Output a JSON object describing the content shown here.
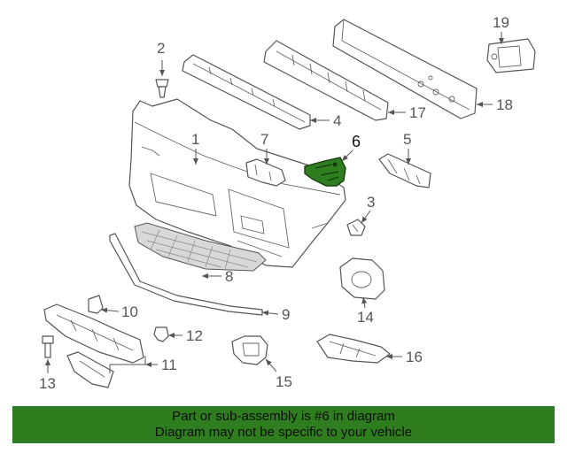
{
  "diagram": {
    "highlighted_part": "6",
    "highlight_color": "#2e7d1e",
    "callouts": [
      "1",
      "2",
      "3",
      "4",
      "5",
      "6",
      "7",
      "8",
      "9",
      "10",
      "11",
      "12",
      "13",
      "14",
      "15",
      "16",
      "17",
      "18",
      "19"
    ]
  },
  "banner": {
    "line1": "Part or sub-assembly is #6 in diagram",
    "line2": "Diagram may not be specific to your vehicle",
    "background": "#2e7d1e"
  }
}
